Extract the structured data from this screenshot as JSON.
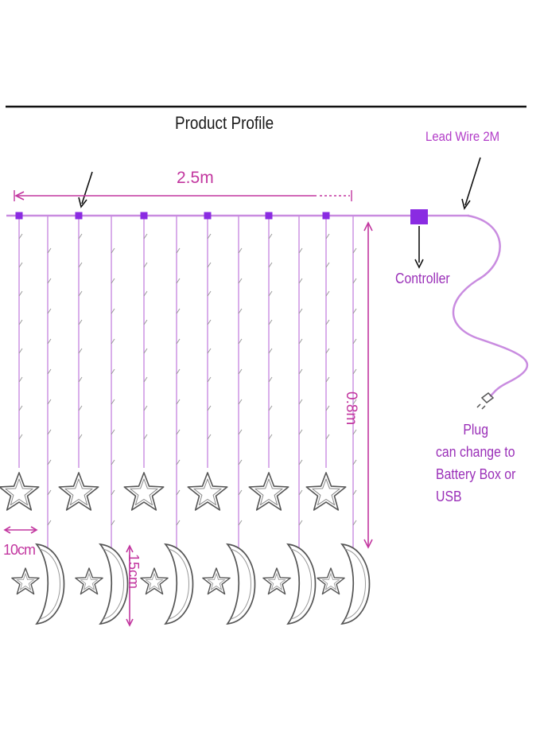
{
  "diagram": {
    "title": "Product Profile",
    "labels": {
      "lead_wire": "Lead Wire 2M",
      "width": "2.5m",
      "controller": "Controller",
      "plug_lines": [
        "Plug",
        "can change to",
        "Battery Box or",
        "USB"
      ],
      "drop_height": "0.8m",
      "pendant_width": "10cm",
      "moon_height": "15cm"
    },
    "pendants": {
      "star_count": 6,
      "moon_count": 6,
      "drop_strands": 12
    },
    "colors": {
      "wire": "#c98ce0",
      "accent": "#c2369f",
      "connector": "#8a2be2",
      "outline": "#555555",
      "top_rule": "#111111"
    }
  }
}
